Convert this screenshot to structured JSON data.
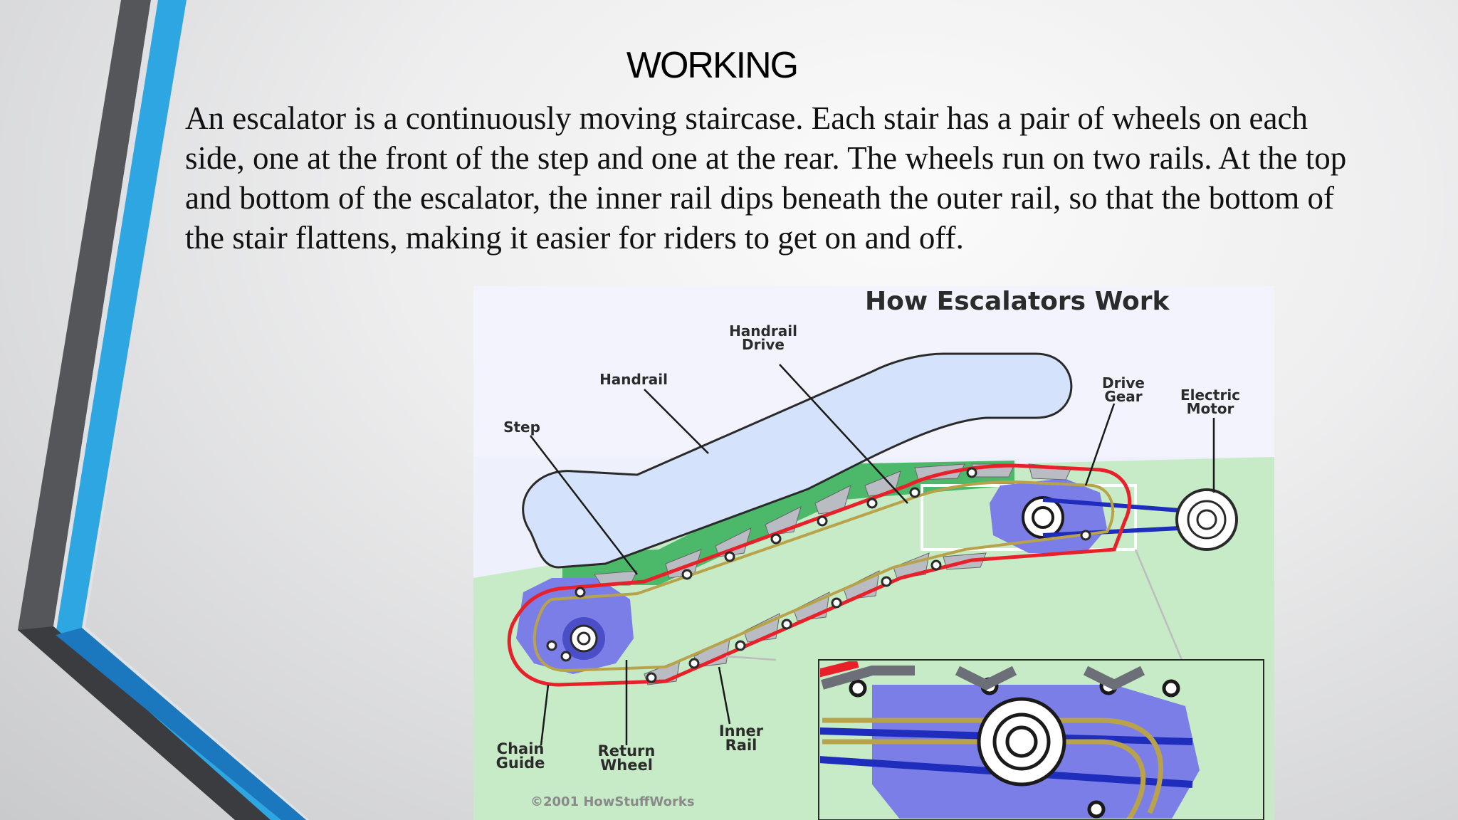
{
  "slide": {
    "title": "WORKING",
    "body": "An escalator is a continuously moving staircase. Each stair has a pair of wheels on each side, one at the front of the step and one at the rear. The wheels run on two rails. At the top and bottom of the escalator, the inner rail dips beneath the outer rail, so that the bottom of the stair flattens, making it easier for riders to get on and off."
  },
  "figure": {
    "title": "How Escalators Work",
    "labels": {
      "handrail_drive_1": "Handrail",
      "handrail_drive_2": "Drive",
      "handrail": "Handrail",
      "step": "Step",
      "drive_gear_1": "Drive",
      "drive_gear_2": "Gear",
      "electric_motor_1": "Electric",
      "electric_motor_2": "Motor",
      "chain_guide_1": "Chain",
      "chain_guide_2": "Guide",
      "return_wheel_1": "Return",
      "return_wheel_2": "Wheel",
      "inner_rail_1": "Inner",
      "inner_rail_2": "Rail"
    },
    "copyright": "©2001 HowStuffWorks"
  },
  "colors": {
    "accent_blue": "#2a9fdc",
    "accent_dark": "#4a4a4c",
    "chain_red": "#e8202a",
    "rail_yellow": "#c8b35a",
    "gear_purple": "#7c7ee8",
    "ground_green": "#bfe8bf"
  }
}
